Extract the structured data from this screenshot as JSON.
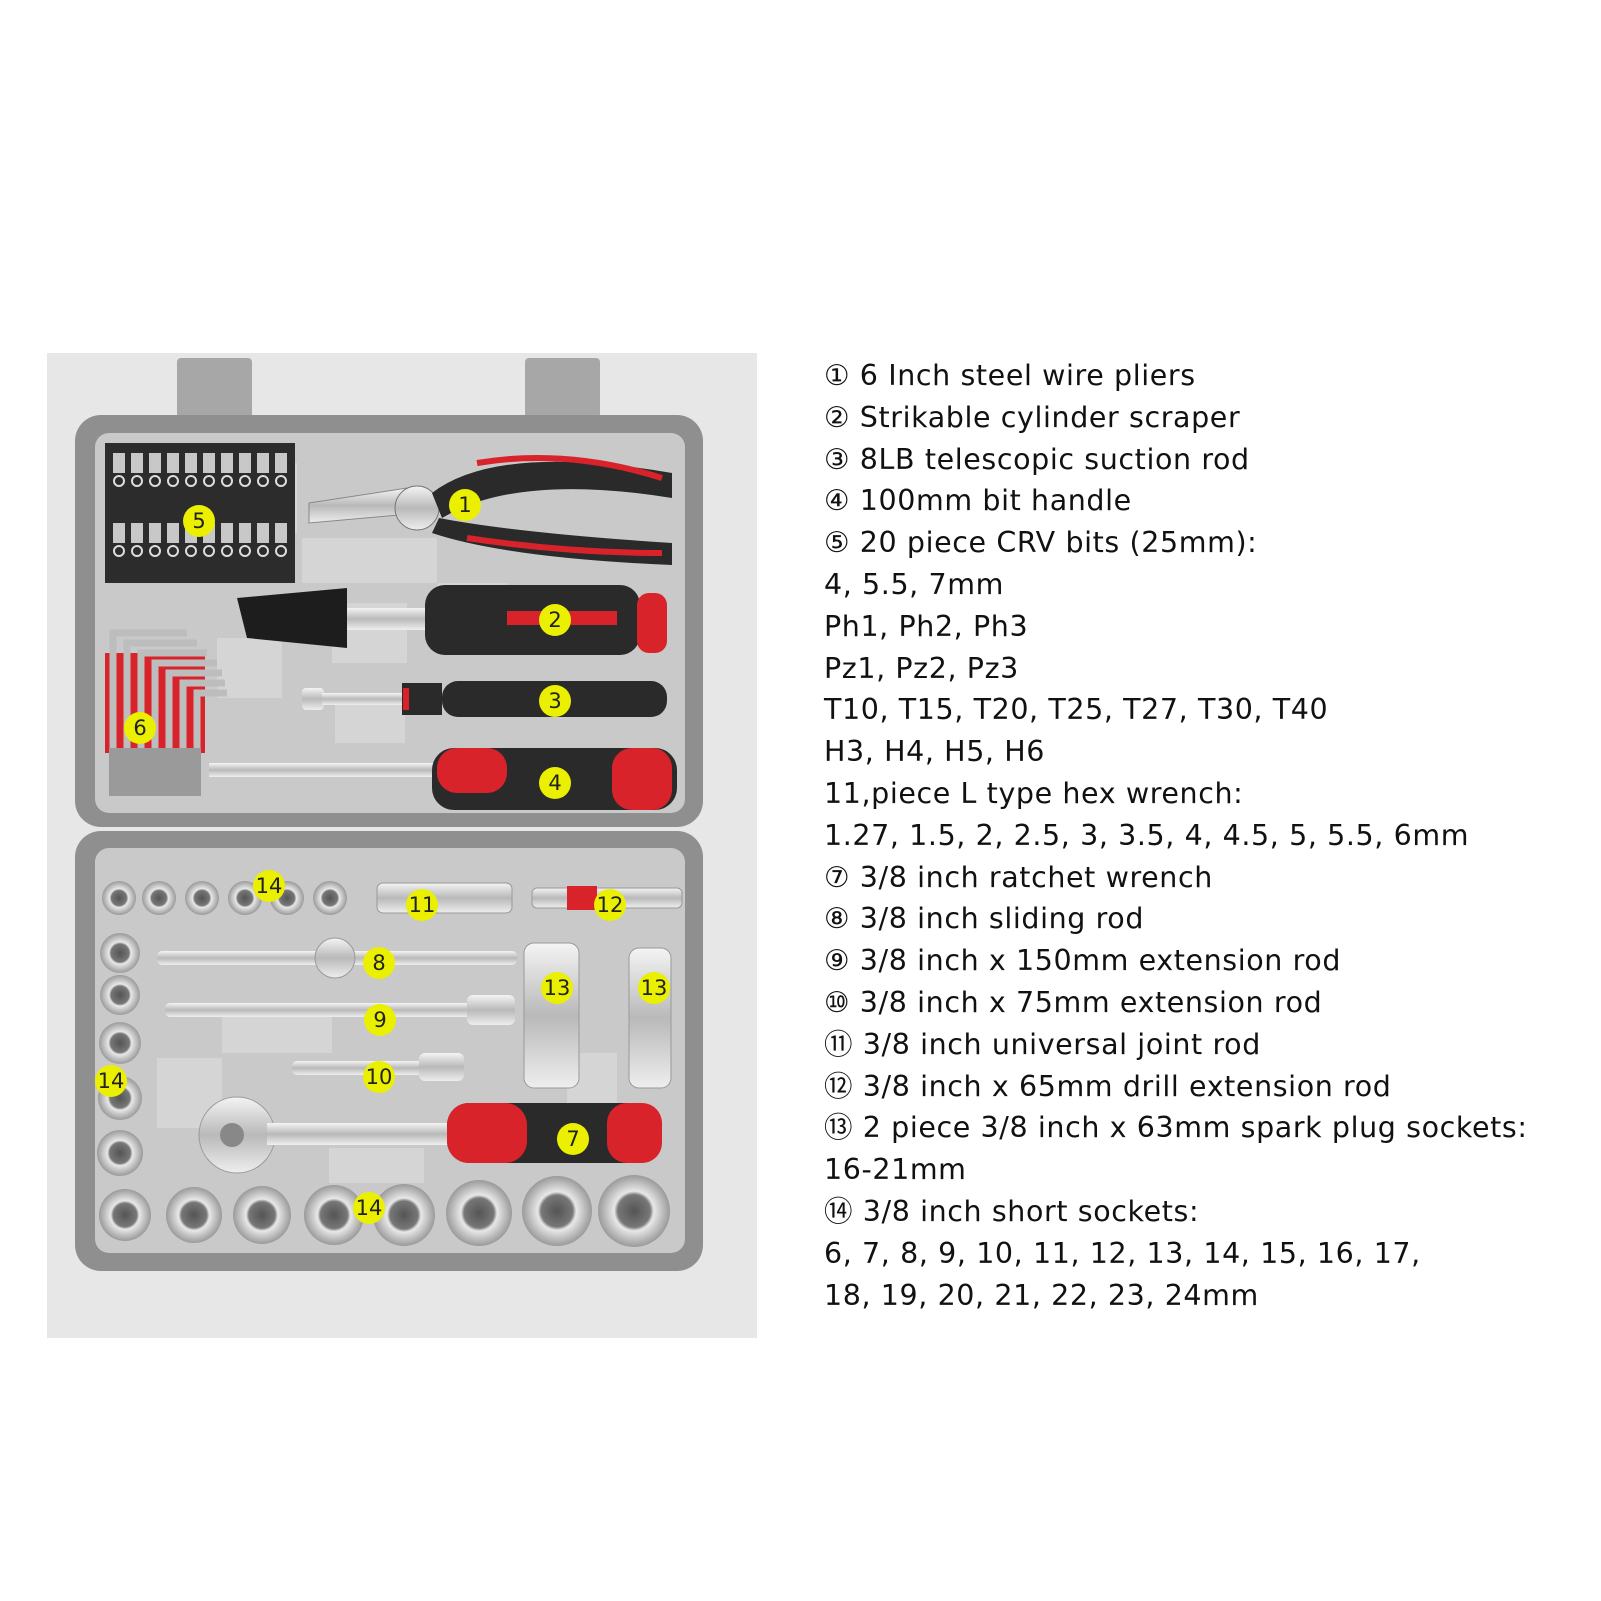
{
  "markers": [
    "1",
    "2",
    "3",
    "4",
    "5",
    "6",
    "7",
    "8",
    "9",
    "10",
    "11",
    "12",
    "13",
    "13",
    "14",
    "14",
    "14"
  ],
  "description_lines": [
    "① 6 Inch steel wire pliers",
    "② Strikable cylinder scraper",
    "③ 8LB telescopic suction rod",
    "④ 100mm bit handle",
    "⑤ 20 piece CRV bits (25mm):",
    "4, 5.5, 7mm",
    "Ph1, Ph2, Ph3",
    "Pz1, Pz2, Pz3",
    "T10, T15, T20, T25, T27, T30, T40",
    "H3, H4, H5, H6",
    "11,piece L type hex wrench:",
    "1.27, 1.5, 2, 2.5, 3, 3.5, 4, 4.5, 5, 5.5, 6mm",
    "⑦ 3/8 inch ratchet wrench",
    "⑧ 3/8 inch sliding rod",
    "⑨ 3/8 inch x 150mm extension rod",
    "⑩ 3/8 inch x 75mm extension rod",
    "⑪ 3/8 inch universal joint rod",
    "⑫ 3/8 inch x 65mm drill extension rod",
    "⑬ 2 piece 3/8 inch x 63mm spark plug sockets:",
    "16-21mm",
    "⑭ 3/8 inch short sockets:",
    "6, 7, 8, 9, 10, 11, 12, 13, 14, 15, 16, 17,",
    "18, 19, 20, 21, 22, 23, 24mm"
  ],
  "colors": {
    "case_gray": "#8f8f8f",
    "tray_gray": "#c9c9c9",
    "handle_red": "#d9232b",
    "handle_black": "#2a2a2a",
    "marker_yellow": "#eaf000"
  }
}
